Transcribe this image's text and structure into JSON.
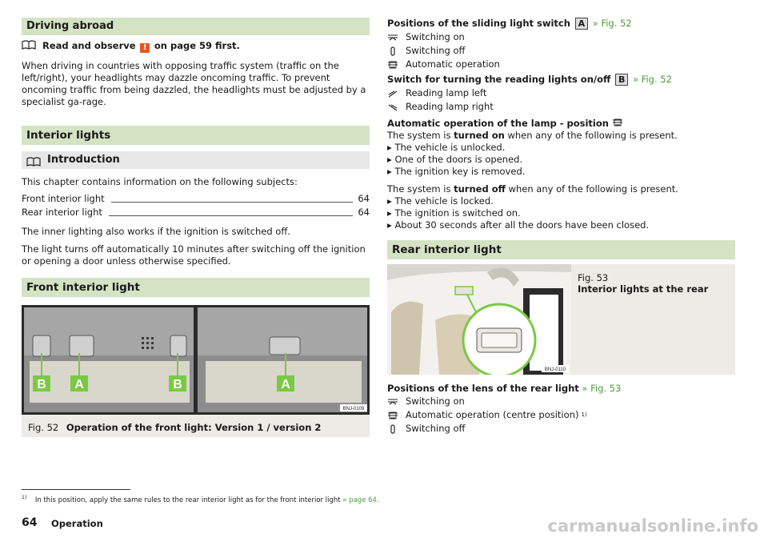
{
  "left": {
    "driving_abroad": {
      "heading": "Driving abroad",
      "read_observe_pre": "Read and observe",
      "read_observe_post": "on page 59 first.",
      "body": "When driving in countries with opposing traffic system (traffic on the left/right), your headlights may dazzle oncoming traffic. To prevent oncoming traffic from being dazzled, the headlights must be adjusted by a specialist ga-rage."
    },
    "interior_lights": {
      "heading": "Interior lights",
      "intro_heading": "Introduction",
      "chapter_text": "This chapter contains information on the following subjects:",
      "toc": [
        {
          "label": "Front interior light",
          "page": "64"
        },
        {
          "label": "Rear interior light",
          "page": "64"
        }
      ],
      "para1": "The inner lighting also works if the ignition is switched off.",
      "para2": "The light turns off automatically 10 minutes after switching off the ignition or opening a door unless otherwise specified."
    },
    "front_light": {
      "heading": "Front interior light",
      "fig_label": "Fig. 52",
      "fig_caption": "Operation of the front light: Version 1 / version 2",
      "fig_code": "BNJ-0109",
      "callouts": [
        "B",
        "A",
        "B",
        "A"
      ]
    }
  },
  "right": {
    "sliding_switch": {
      "title": "Positions of the sliding light switch",
      "badge": "A",
      "ref": "» Fig. 52",
      "items": [
        "Switching on",
        "Switching off",
        "Automatic operation"
      ]
    },
    "reading_switch": {
      "title": "Switch for turning the reading lights on/off",
      "badge": "B",
      "ref": "» Fig. 52",
      "items": [
        "Reading lamp left",
        "Reading lamp right"
      ]
    },
    "automatic": {
      "title": "Automatic operation of the lamp - position",
      "on_pre": "The system is",
      "on_bold": "turned on",
      "on_post": "when any of the following is present.",
      "on_items": [
        "The vehicle is unlocked.",
        "One of the doors is opened.",
        "The ignition key is removed."
      ],
      "off_pre": "The system is",
      "off_bold": "turned off",
      "off_post": "when any of the following is present.",
      "off_items": [
        "The vehicle is locked.",
        "The ignition is switched on.",
        "About 30 seconds after all the doors have been closed."
      ]
    },
    "rear_light": {
      "heading": "Rear interior light",
      "fig_label": "Fig. 53",
      "fig_caption": "Interior lights at the rear",
      "fig_code": "BNJ-0110",
      "lens_title": "Positions of the lens of the rear light",
      "lens_ref": "» Fig. 53",
      "items": [
        "Switching on",
        "Automatic operation (centre position)",
        "Switching off"
      ],
      "footnote_mark": "1)"
    }
  },
  "footnote": {
    "mark": "1)",
    "text": "In this position, apply the same rules to the rear interior light as for the front interior light",
    "ref": "» page 64."
  },
  "footer": {
    "page_number": "64",
    "section": "Operation",
    "watermark": "carmanualsonline.info"
  },
  "colors": {
    "section_green": "#d3e3c4",
    "subsection_grey": "#e7e7e7",
    "link_green": "#4f9a3a",
    "warning_orange": "#e8571e"
  }
}
